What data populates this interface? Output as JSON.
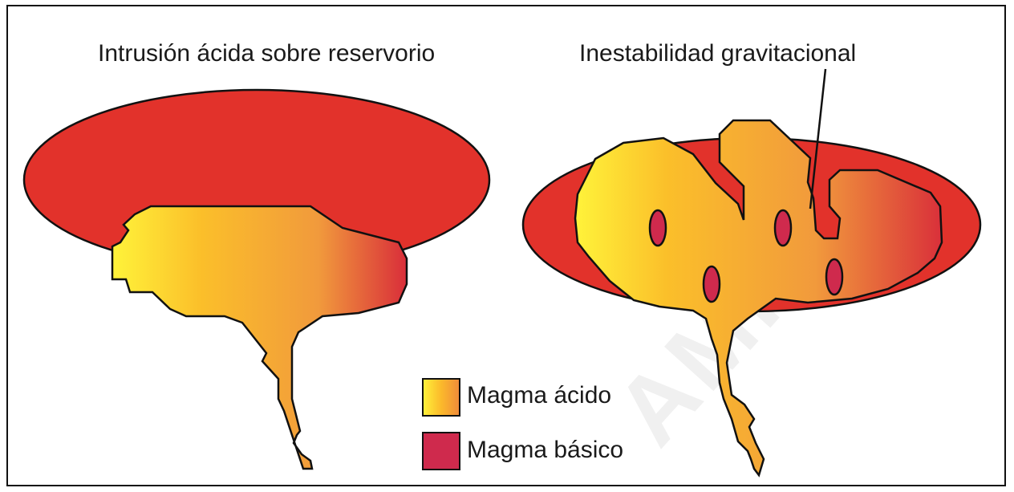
{
  "panels": {
    "left_title": "Intrusión ácida sobre reservorio",
    "right_title": "Inestabilidad gravitacional"
  },
  "legend": {
    "acid_label": "Magma ácido",
    "basic_label": "Magma básico"
  },
  "colors": {
    "reservoir_red": "#e2322b",
    "acid_yellow": "#fff33a",
    "acid_orange_1": "#fbb92b",
    "acid_orange_2": "#f19a3c",
    "acid_red_end": "#d92e3a",
    "basic_magma": "#cf2a4d",
    "outline": "#111111"
  },
  "watermark": {
    "text": "AMICO"
  }
}
